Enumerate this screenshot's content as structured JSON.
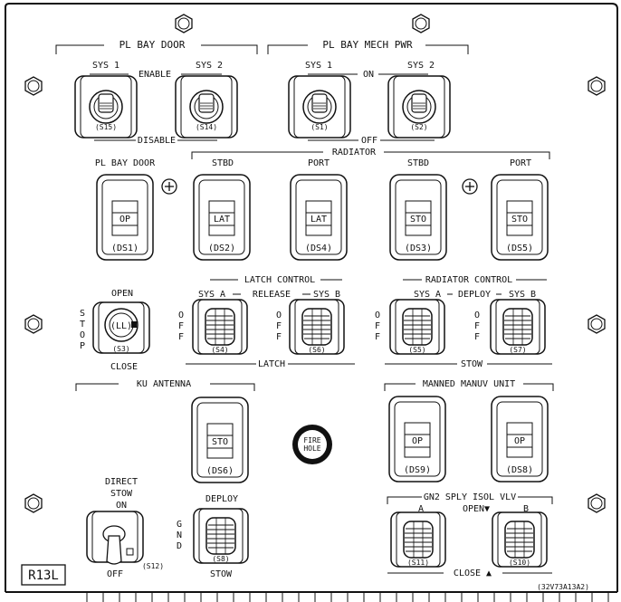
{
  "panel_id": "R13L",
  "drawing_ref": "(32V73A13A2)",
  "fire_hole": {
    "line1": "FIRE",
    "line2": "HOLE"
  },
  "pl_bay_door": {
    "header": "PL BAY DOOR",
    "sys1": "SYS 1",
    "sys2": "SYS 2",
    "enable": "ENABLE",
    "disable": "DISABLE",
    "s15": "(S15)",
    "s14": "(S14)"
  },
  "pl_bay_mech_pwr": {
    "header": "PL BAY MECH PWR",
    "sys1": "SYS 1",
    "sys2": "SYS 2",
    "on": "ON",
    "off": "OFF",
    "s1": "(S1)",
    "s2": "(S2)"
  },
  "talkbacks": {
    "pl_bay_door_label": "PL BAY DOOR",
    "radiator_label": "RADIATOR",
    "stbd1": "STBD",
    "port1": "PORT",
    "stbd2": "STBD",
    "port2": "PORT",
    "ds1": {
      "flag": "OP",
      "id": "(DS1)"
    },
    "ds2": {
      "flag": "LAT",
      "id": "(DS2)"
    },
    "ds4": {
      "flag": "LAT",
      "id": "(DS4)"
    },
    "ds3": {
      "flag": "STO",
      "id": "(DS3)"
    },
    "ds5": {
      "flag": "STO",
      "id": "(DS5)"
    }
  },
  "door_switch": {
    "open": "OPEN",
    "close": "CLOSE",
    "stop": [
      "S",
      "T",
      "O",
      "P"
    ],
    "lever": "(LL)",
    "id": "(S3)"
  },
  "latch_control": {
    "header": "LATCH CONTROL",
    "sys_a": "SYS A",
    "release": "RELEASE",
    "sys_b": "SYS B",
    "latch": "LATCH",
    "off": [
      "O",
      "F",
      "F"
    ],
    "s4": "(S4)",
    "s6": "(S6)"
  },
  "radiator_control": {
    "header": "RADIATOR CONTROL",
    "sys_a": "SYS A",
    "deploy": "DEPLOY",
    "sys_b": "SYS B",
    "stow": "STOW",
    "off": [
      "O",
      "F",
      "F"
    ],
    "s5": "(S5)",
    "s7": "(S7)"
  },
  "ku_antenna": {
    "header": "KU ANTENNA",
    "ds6": {
      "flag": "STO",
      "id": "(DS6)"
    },
    "direct_stow": [
      "DIRECT",
      "STOW",
      "ON"
    ],
    "off": "OFF",
    "s12": "(S12)",
    "deploy": "DEPLOY",
    "gnd": [
      "G",
      "N",
      "D"
    ],
    "stow": "STOW",
    "s8": "(S8)"
  },
  "manned_manuv_unit": {
    "header": "MANNED MANUV UNIT",
    "ds9": {
      "flag": "OP",
      "id": "(DS9)"
    },
    "ds8": {
      "flag": "OP",
      "id": "(DS8)"
    }
  },
  "gn2_sply": {
    "header": "GN2 SPLY ISOL VLV",
    "a": "A",
    "b": "B",
    "open": "OPEN▼",
    "close": "CLOSE ▲",
    "s11": "(S11)",
    "s10": "(S10)"
  }
}
